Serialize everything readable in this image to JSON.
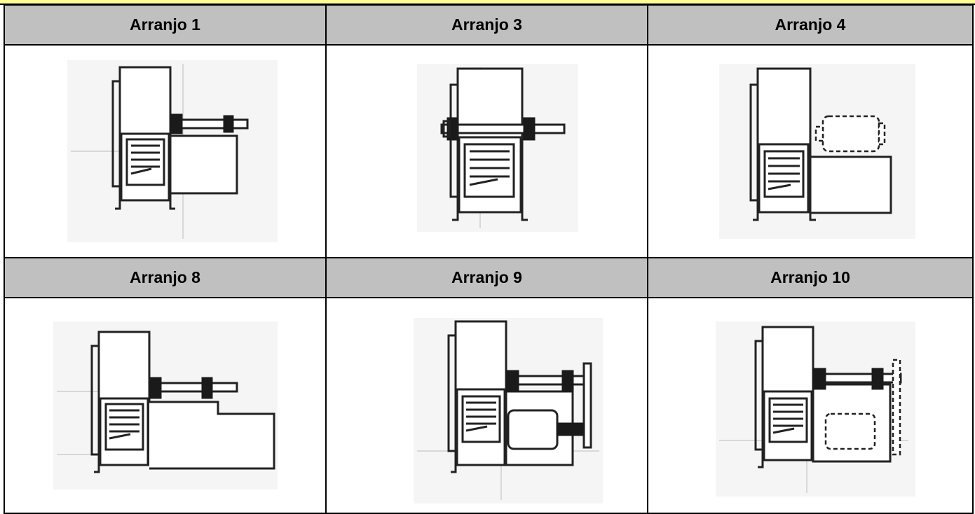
{
  "arrangements": [
    {
      "label": "Arranjo 1"
    },
    {
      "label": "Arranjo 3"
    },
    {
      "label": "Arranjo 4"
    },
    {
      "label": "Arranjo 8"
    },
    {
      "label": "Arranjo 9"
    },
    {
      "label": "Arranjo 10"
    }
  ],
  "colors": {
    "header_bg": "#c0c0c0",
    "top_strip": "#ffff99",
    "border": "#000000"
  }
}
